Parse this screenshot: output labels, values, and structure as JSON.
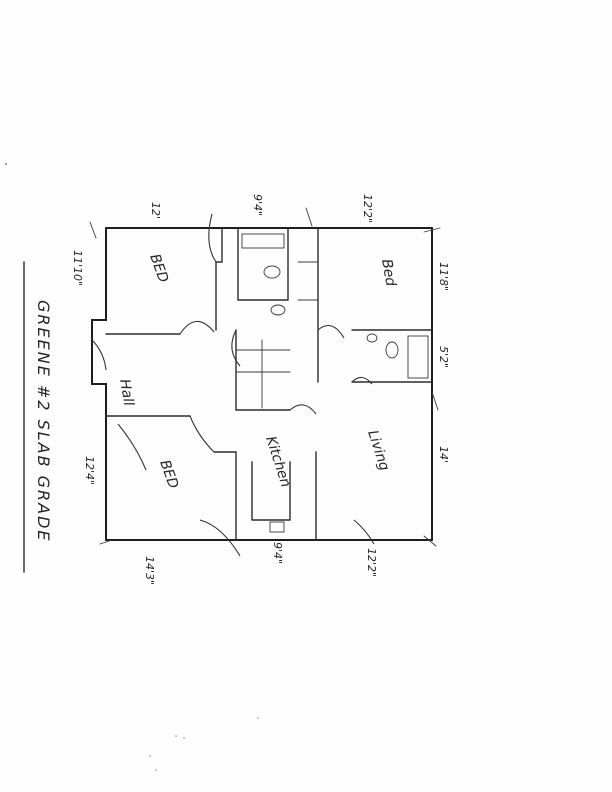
{
  "sheet": {
    "title": "GREENE #2 SLAB GRADE"
  },
  "rooms": {
    "bed_top_left": "BED",
    "bed_top_right": "Bed",
    "bed_bottom_left": "BED",
    "kitchen": "Kitchen",
    "living": "Living",
    "hall": "Hall"
  },
  "dimensions": {
    "top_left": "12'",
    "top_mid": "9'4\"",
    "top_right": "12'2\"",
    "left_upper": "11'10\"",
    "right_upper": "11'8\"",
    "right_mid": "5'2\"",
    "right_lower": "14'",
    "left_lower": "12'4\"",
    "bottom_left": "14'3\"",
    "bottom_mid": "9'4\"",
    "bottom_right": "12'2\""
  }
}
